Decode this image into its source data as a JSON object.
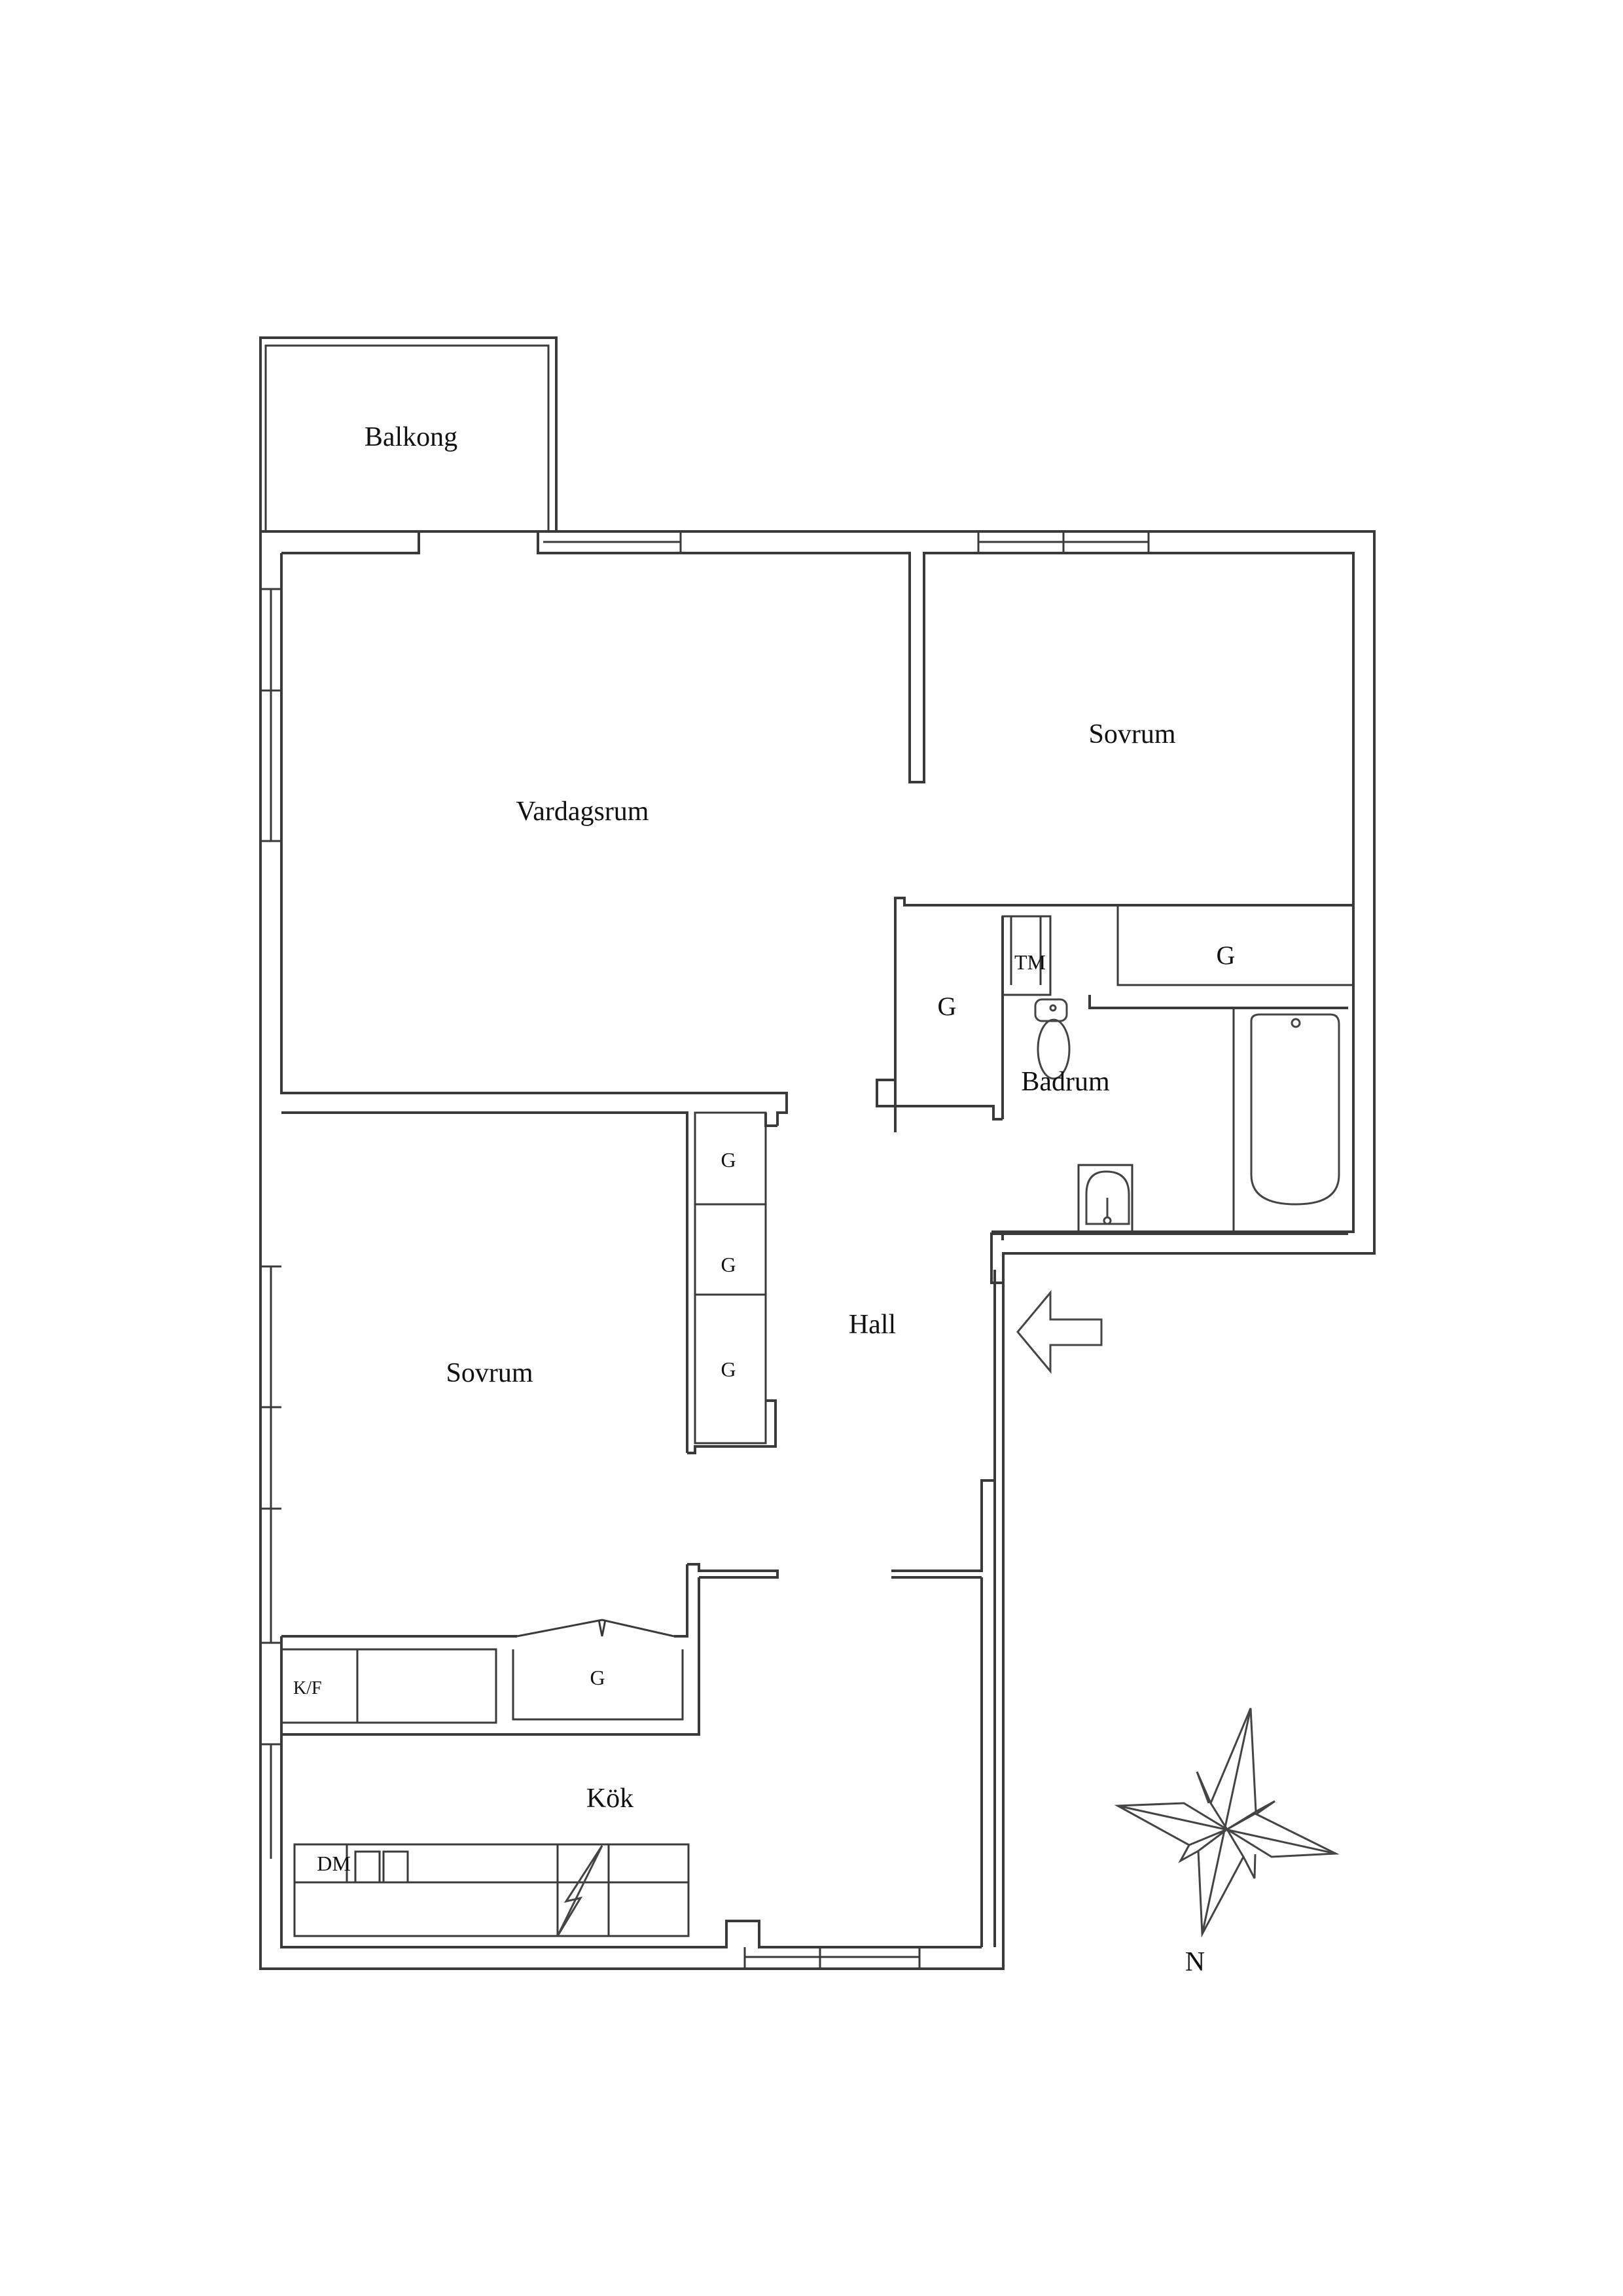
{
  "plan": {
    "rooms": [
      {
        "id": "balkong",
        "label": "Balkong"
      },
      {
        "id": "vardagsrum",
        "label": "Vardagsrum"
      },
      {
        "id": "sovrum_ne",
        "label": "Sovrum"
      },
      {
        "id": "badrum",
        "label": "Badrum"
      },
      {
        "id": "hall",
        "label": "Hall"
      },
      {
        "id": "sovrum_w",
        "label": "Sovrum"
      },
      {
        "id": "kok",
        "label": "Kök"
      }
    ],
    "storage": [
      {
        "id": "g_hall_bath",
        "label": "G"
      },
      {
        "id": "g_bedroom_ne",
        "label": "G"
      },
      {
        "id": "g_hall_1",
        "label": "G"
      },
      {
        "id": "g_hall_2",
        "label": "G"
      },
      {
        "id": "g_hall_3",
        "label": "G"
      },
      {
        "id": "g_kitchen",
        "label": "G"
      }
    ],
    "appliances": [
      {
        "id": "tm",
        "label": "TM"
      },
      {
        "id": "kf",
        "label": "K/F"
      },
      {
        "id": "dm",
        "label": "DM"
      }
    ],
    "compass": {
      "label": "N"
    },
    "entrance": {
      "icon": "entrance-arrow-icon"
    },
    "colors": {
      "line": "#3a3a3a",
      "text": "#111111",
      "background": "#ffffff"
    }
  }
}
